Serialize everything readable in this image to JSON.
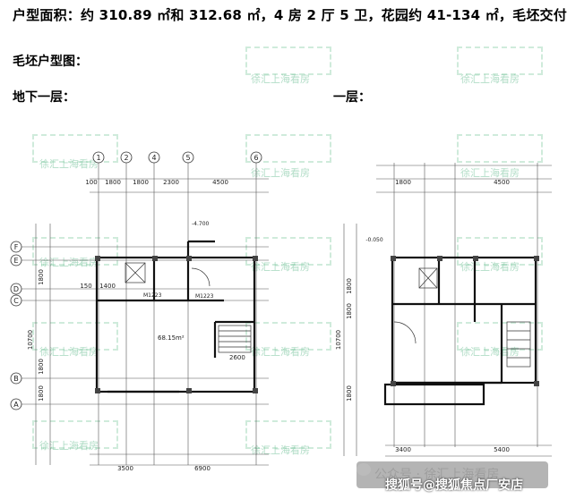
{
  "header": {
    "specs": "户型面积：约 310.89 ㎡和 312.68 ㎡，4 房 2 厅 5 卫，花园约 41-134 ㎡，毛坯交付"
  },
  "section": {
    "title": "毛坯户型图："
  },
  "floors": {
    "basement": "地下一层：",
    "first": "一层："
  },
  "basement_plan": {
    "axis_top": [
      "1",
      "2",
      "4",
      "5",
      "6"
    ],
    "axis_left": [
      "F",
      "E",
      "D",
      "C",
      "B",
      "A"
    ],
    "dims_top": [
      "100",
      "1800",
      "1800",
      "2300",
      "4500"
    ],
    "dims_left": [
      "150",
      "1400",
      "1800",
      "10700",
      "1800",
      "1800"
    ],
    "dims_bottom": [
      "3500",
      "6900"
    ],
    "door_labels": [
      "M1223",
      "M1223"
    ],
    "level_label": "-4.700",
    "room_area": "68.15m²",
    "stair_dim": "2600"
  },
  "first_plan": {
    "dims_top": [
      "1800",
      "4500"
    ],
    "dims_left": [
      "1800",
      "1800",
      "10700",
      "1800"
    ],
    "dims_bottom": [
      "3400",
      "5400"
    ],
    "level_label": "-0.050"
  },
  "watermark": {
    "text": "徐汇上海看房"
  },
  "footer": {
    "faint_text": "公众号 · 徐汇上海看房",
    "source": "搜狐号@搜狐焦点厂安店"
  }
}
